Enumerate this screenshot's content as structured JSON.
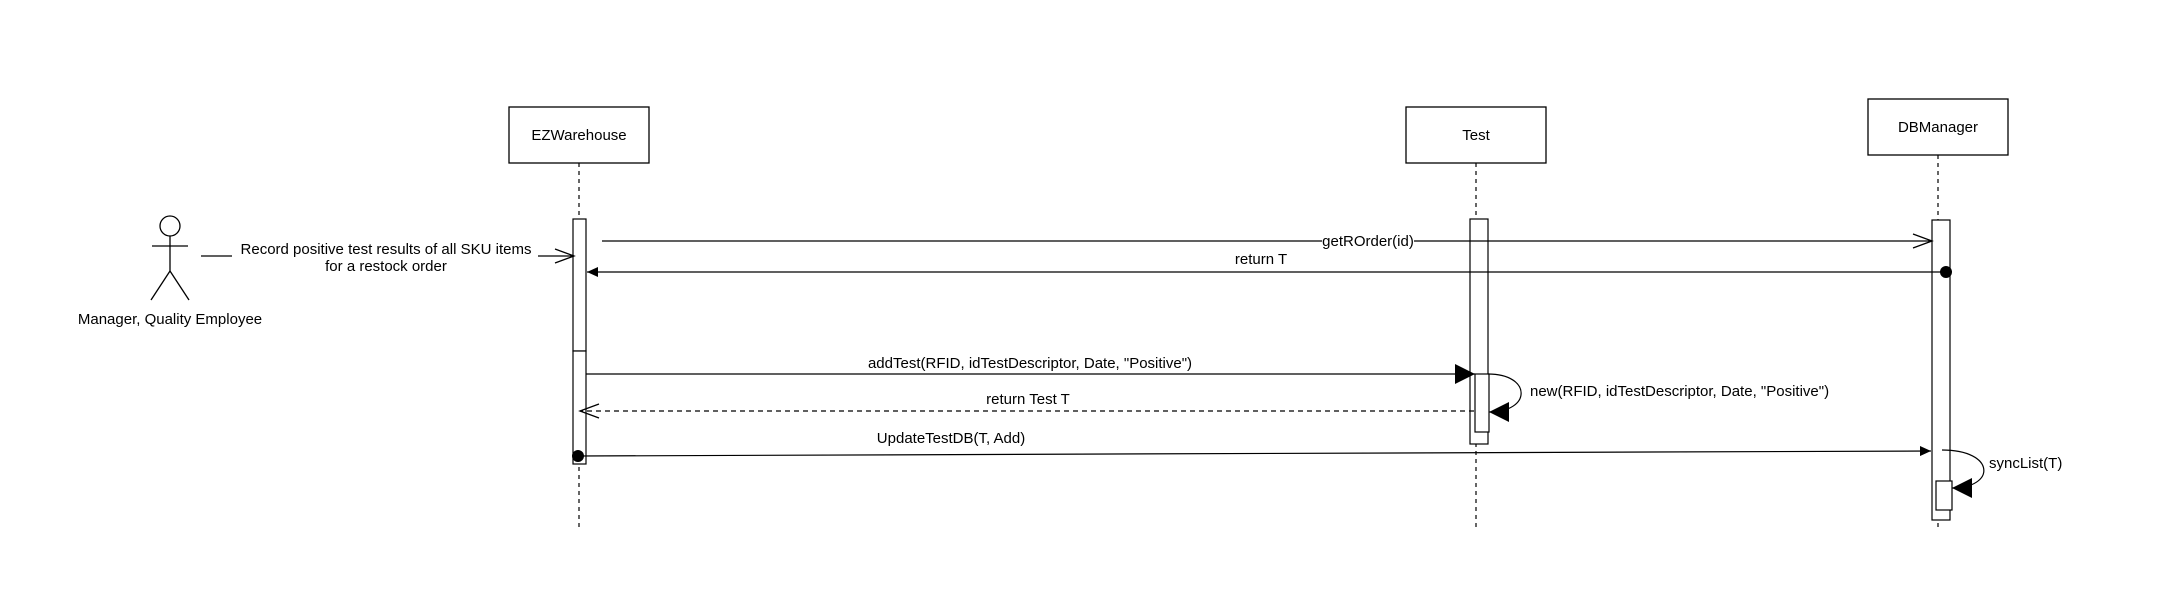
{
  "participants": [
    {
      "id": "ezw",
      "label": "EZWarehouse"
    },
    {
      "id": "test",
      "label": "Test"
    },
    {
      "id": "db",
      "label": "DBManager"
    }
  ],
  "actor": {
    "label": "Manager, Quality Employee",
    "icon": "stick-figure-icon"
  },
  "messages": [
    {
      "id": "m1",
      "from": "actor",
      "to": "ezw",
      "style": "open-arrow",
      "text_line1": "Record positive test results of all SKU items",
      "text_line2": "for a restock order"
    },
    {
      "id": "m2",
      "from": "ezw",
      "to": "db",
      "style": "open-arrow",
      "text": "getROrder(id)"
    },
    {
      "id": "m3",
      "from": "db",
      "to": "ezw",
      "style": "dot-start-filled-arrow",
      "text": "return T"
    },
    {
      "id": "m4",
      "from": "ezw",
      "to": "test",
      "style": "filled-arrow",
      "text": "addTest(RFID, idTestDescriptor, Date, \"Positive\")"
    },
    {
      "id": "m5",
      "from": "test",
      "to": "test",
      "style": "self-filled-arrow",
      "text": "new(RFID, idTestDescriptor, Date, \"Positive\")"
    },
    {
      "id": "m6",
      "from": "test",
      "to": "ezw",
      "style": "dashed-open-arrow",
      "text": "return Test T"
    },
    {
      "id": "m7",
      "from": "ezw",
      "to": "db",
      "style": "dot-start-filled-arrow",
      "text": "UpdateTestDB(T, Add)"
    },
    {
      "id": "m8",
      "from": "db",
      "to": "db",
      "style": "self-filled-arrow",
      "text": "syncList(T)"
    }
  ],
  "colors": {
    "line": "#000000",
    "background": "#ffffff"
  }
}
